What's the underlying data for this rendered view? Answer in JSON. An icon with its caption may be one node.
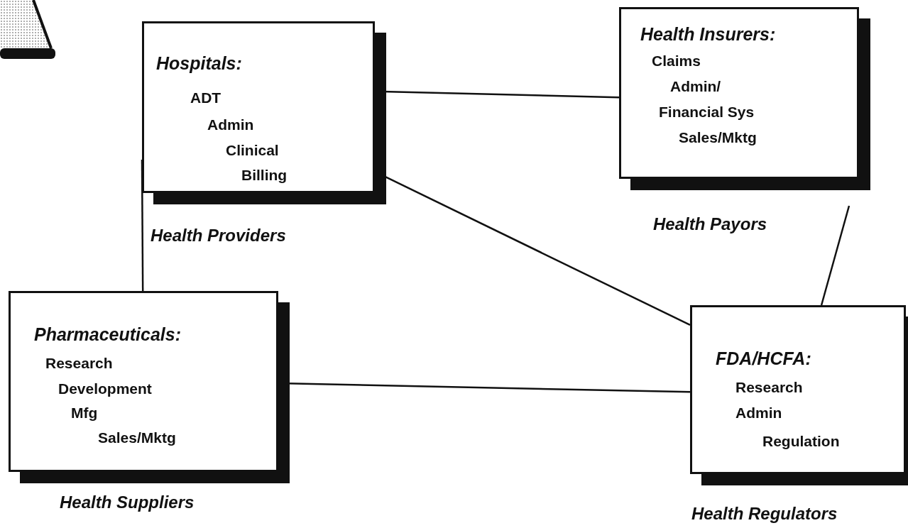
{
  "diagram": {
    "nodes": [
      {
        "text": [
          "Hospitals:",
          "ADT",
          "Admin",
          "Clinical",
          "Billing"
        ],
        "beside": [
          "Health Providers"
        ]
      },
      {
        "text": [
          "Health  Insurers:",
          "Claims",
          "Admin/",
          "Financial Sys",
          "Sales/Mktg"
        ],
        "beside": [
          "Health Payors"
        ]
      },
      {
        "text": [
          "Pharmaceuticals:",
          "Research",
          "Development",
          "Mfg",
          "Sales/Mktg"
        ],
        "beside": [
          "Health Suppliers"
        ]
      },
      {
        "text": [
          "FDA/HCFA:",
          "Research",
          "Admin",
          "Regulation"
        ],
        "beside": [
          "Health Regulators"
        ]
      }
    ],
    "edges": [
      {
        "from": 0,
        "to": 1,
        "arrow": "none"
      },
      {
        "from": 0,
        "to": 3,
        "arrow": "none"
      },
      {
        "from": 0,
        "to": 2,
        "arrow": "none"
      },
      {
        "from": 2,
        "to": 3,
        "arrow": "none"
      },
      {
        "from": 1,
        "to": 3,
        "arrow": "none"
      }
    ]
  }
}
